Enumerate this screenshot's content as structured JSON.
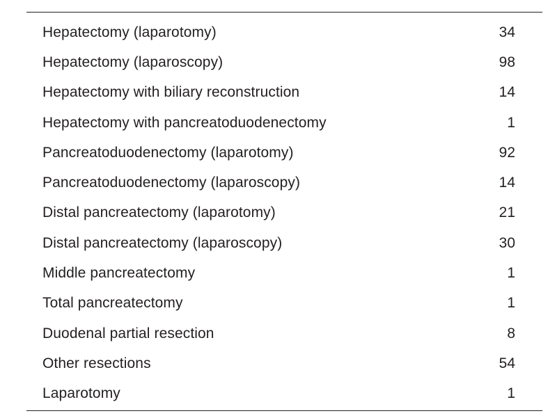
{
  "table": {
    "rows": [
      {
        "procedure": "Hepatectomy (laparotomy)",
        "count": "34"
      },
      {
        "procedure": "Hepatectomy (laparoscopy)",
        "count": "98"
      },
      {
        "procedure": "Hepatectomy with biliary reconstruction",
        "count": "14"
      },
      {
        "procedure": "Hepatectomy with pancreatoduodenectomy",
        "count": "1"
      },
      {
        "procedure": "Pancreatoduodenectomy (laparotomy)",
        "count": "92"
      },
      {
        "procedure": "Pancreatoduodenectomy (laparoscopy)",
        "count": "14"
      },
      {
        "procedure": "Distal pancreatectomy (laparotomy)",
        "count": "21"
      },
      {
        "procedure": "Distal pancreatectomy (laparoscopy)",
        "count": "30"
      },
      {
        "procedure": "Middle pancreatectomy",
        "count": "1"
      },
      {
        "procedure": "Total pancreatectomy",
        "count": "1"
      },
      {
        "procedure": "Duodenal partial resection",
        "count": "8"
      },
      {
        "procedure": "Other resections",
        "count": "54"
      },
      {
        "procedure": "Laparotomy",
        "count": "1"
      }
    ]
  }
}
